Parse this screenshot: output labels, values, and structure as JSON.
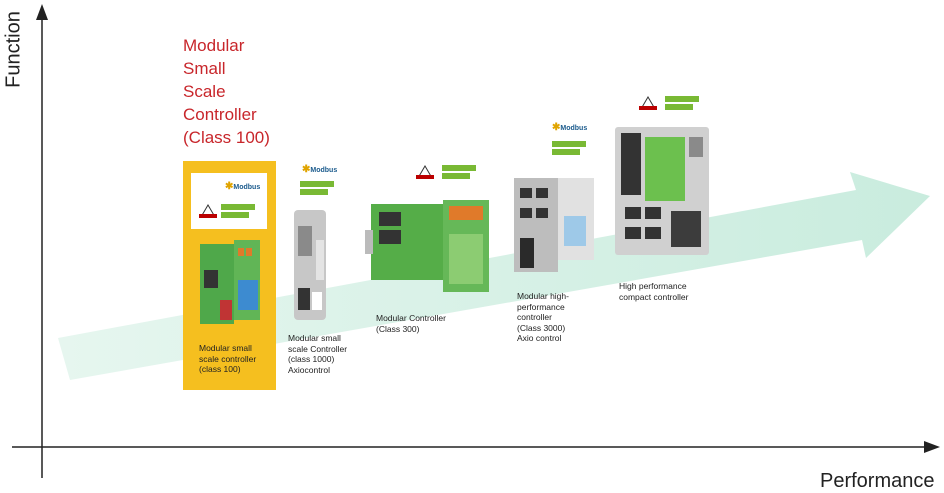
{
  "axes": {
    "y_label": "Function",
    "x_label": "Performance"
  },
  "title": [
    "Modular",
    "Small",
    "Scale",
    "Controller",
    "(Class 100)"
  ],
  "logos": {
    "modbus": "Modbus"
  },
  "products": [
    {
      "caption": [
        "Modular small",
        "scale controller",
        "(class 100)"
      ],
      "highlighted": true
    },
    {
      "caption": [
        "Modular small",
        "scale Controller",
        "(class 1000)",
        "Axiocontrol"
      ],
      "highlighted": false
    },
    {
      "caption": [
        "Modular Controller",
        "(Class 300)"
      ],
      "highlighted": false
    },
    {
      "caption": [
        "Modular high-",
        "performance",
        "controller",
        "(Class 3000)",
        "Axio control"
      ],
      "highlighted": false
    },
    {
      "caption": [
        "High performance",
        "compact controller"
      ],
      "highlighted": false
    }
  ],
  "colors": {
    "title": "#c8262b",
    "highlight": "#f5bf1f",
    "arrow": "#d3efe4",
    "device_green": "#5fb34a",
    "device_grey": "#c9c9c9"
  }
}
